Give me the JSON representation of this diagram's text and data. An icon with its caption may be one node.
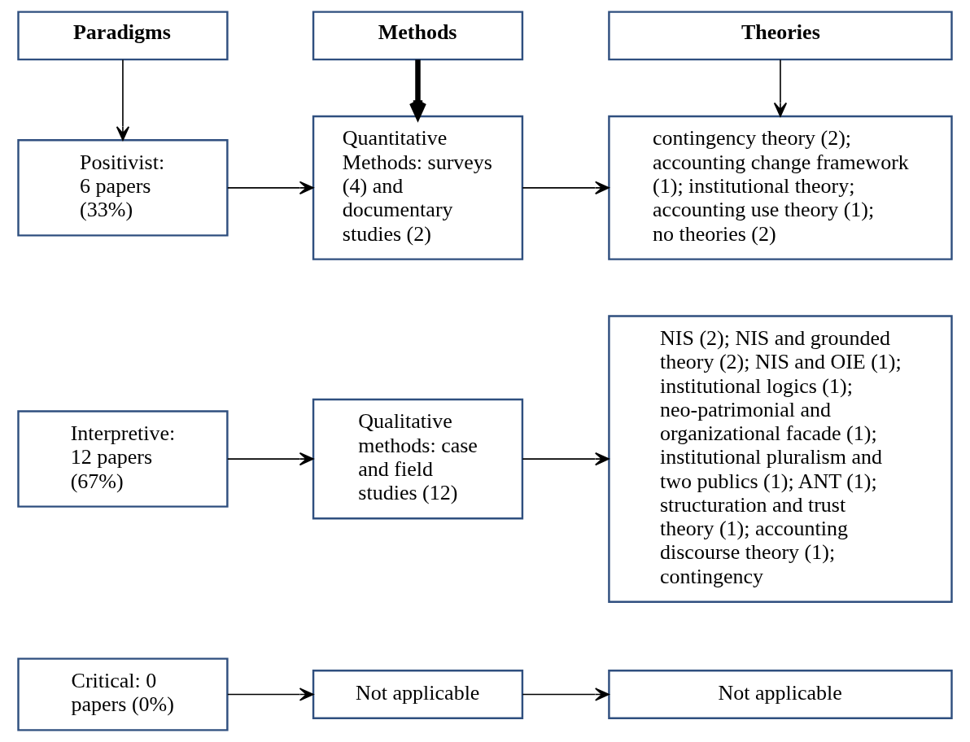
{
  "diagram": {
    "nodes": [
      {
        "text": [
          "Paradigms"
        ]
      },
      {
        "text": [
          "Methods"
        ]
      },
      {
        "text": [
          "Theories"
        ]
      },
      {
        "text": [
          "Positivist: 6 papers (33%)"
        ]
      },
      {
        "text": [
          "Quantitative Methods: surveys (4) and documentary studies (2)"
        ]
      },
      {
        "text": [
          "contingency theory (2); accounting change framework (1); institutional theory; accounting use theory (1); no theories (2)"
        ]
      },
      {
        "text": [
          "Interpretive: 12 papers (67%)"
        ]
      },
      {
        "text": [
          "Qualitative methods: case and field studies (12)"
        ]
      },
      {
        "text": [
          "NIS (2); NIS and grounded theory (2); NIS and OIE (1); institutional logics (1); neo-patrimonial and organizational facade (1); institutional pluralism and two publics (1); ANT (1); structuration and trust theory (1); accounting discourse theory (1); contingency"
        ]
      },
      {
        "text": [
          "Critical: 0 papers (0%)"
        ]
      },
      {
        "text": [
          "Not applicable"
        ]
      },
      {
        "text": [
          "Not applicable"
        ]
      }
    ],
    "edges": [
      {
        "from": 0,
        "to": 3,
        "arrow": "to"
      },
      {
        "from": 1,
        "to": 4,
        "arrow": "to",
        "style": "thick"
      },
      {
        "from": 2,
        "to": 5,
        "arrow": "to"
      },
      {
        "from": 3,
        "to": 4,
        "arrow": "to"
      },
      {
        "from": 4,
        "to": 5,
        "arrow": "to"
      },
      {
        "from": 6,
        "to": 7,
        "arrow": "to"
      },
      {
        "from": 7,
        "to": 8,
        "arrow": "to"
      },
      {
        "from": 9,
        "to": 10,
        "arrow": "to"
      },
      {
        "from": 10,
        "to": 11,
        "arrow": "to"
      }
    ]
  }
}
